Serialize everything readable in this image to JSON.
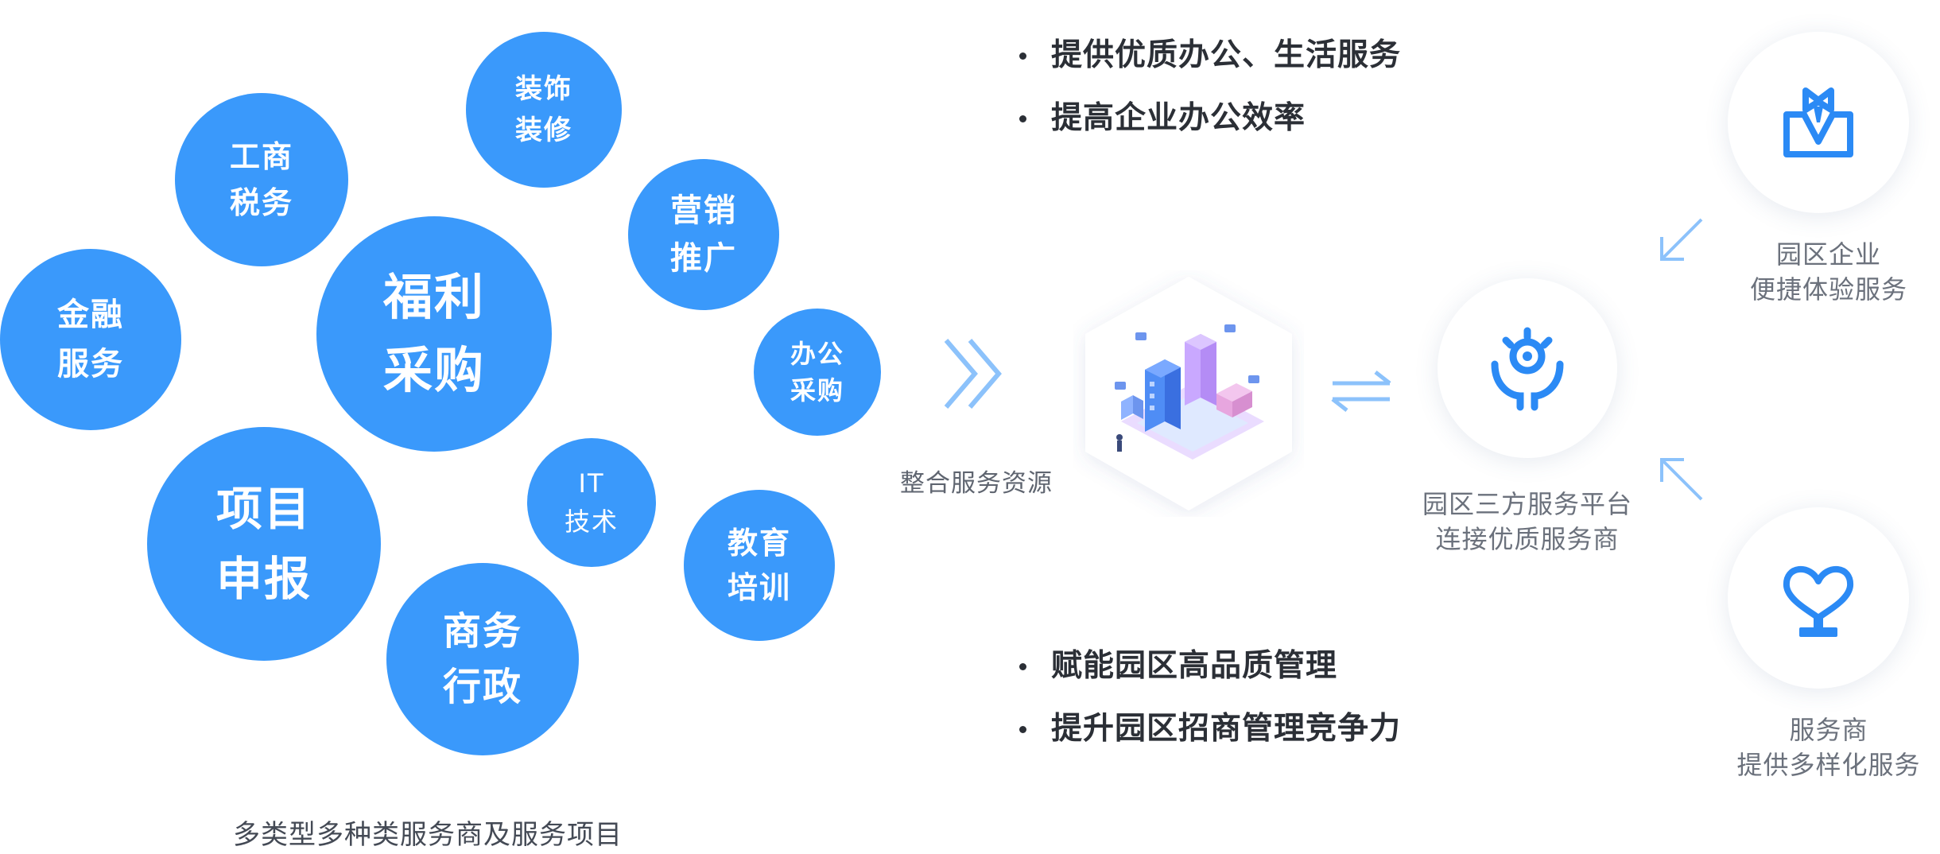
{
  "bubbles": [
    {
      "line1": "工商",
      "line2": "税务"
    },
    {
      "line1": "装饰",
      "line2": "装修"
    },
    {
      "line1": "营销",
      "line2": "推广"
    },
    {
      "line1": "金融",
      "line2": "服务"
    },
    {
      "line1": "福利",
      "line2": "采购"
    },
    {
      "line1": "办公",
      "line2": "采购"
    },
    {
      "line1": "IT",
      "line2": "技术"
    },
    {
      "line1": "项目",
      "line2": "申报"
    },
    {
      "line1": "教育",
      "line2": "培训"
    },
    {
      "line1": "商务",
      "line2": "行政"
    }
  ],
  "left_caption": "多类型多种类服务商及服务项目",
  "top_bullets": [
    "提供优质办公、生活服务",
    "提高企业办公效率"
  ],
  "bottom_bullets": [
    "赋能园区高品质管理",
    "提升园区招商管理竞争力"
  ],
  "center": {
    "caption": "整合服务资源"
  },
  "platform": {
    "line1": "园区三方服务平台",
    "line2": "连接优质服务商"
  },
  "enterprise": {
    "line1": "园区企业",
    "line2": "便捷体验服务"
  },
  "provider": {
    "line1": "服务商",
    "line2": "提供多样化服务"
  },
  "colors": {
    "bubble": "#3a99fb",
    "arrow": "#8cc2fb",
    "icon": "#2b8af5",
    "iso_purple": "#c9a8ff"
  },
  "icons": {
    "enterprise": "bowtie-shirt-icon",
    "platform": "gear-hands-icon",
    "provider": "heart-trophy-icon"
  }
}
